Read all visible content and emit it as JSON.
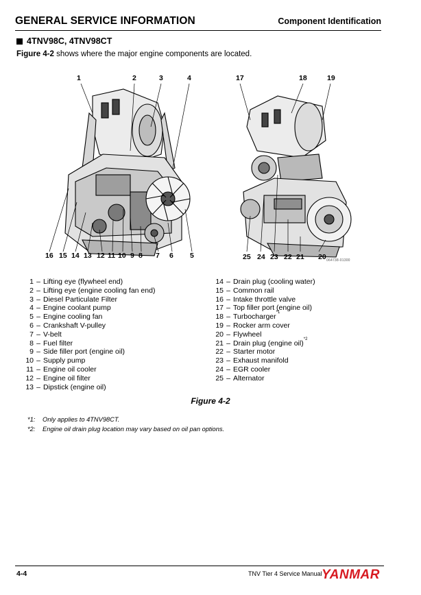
{
  "header": {
    "title": "GENERAL SERVICE INFORMATION",
    "section": "Component Identification"
  },
  "section_heading": "4TNV98C, 4TNV98CT",
  "intro": {
    "figure_ref": "Figure 4-2",
    "text": " shows where the major engine components are located."
  },
  "figure": {
    "left_callouts_top": [
      "1",
      "2",
      "3",
      "4"
    ],
    "left_callouts_bottom": [
      "16",
      "15",
      "14",
      "13",
      "12",
      "11",
      "10",
      "9",
      "8",
      "7",
      "6",
      "5"
    ],
    "right_callouts_top": [
      "17",
      "18",
      "19"
    ],
    "right_callouts_bottom": [
      "25",
      "24",
      "23",
      "22",
      "21",
      "20"
    ],
    "image_code": "064738-01300",
    "caption": "Figure 4-2"
  },
  "components_left": [
    {
      "num": "1",
      "label": "Lifting eye (flywheel end)"
    },
    {
      "num": "2",
      "label": "Lifting eye (engine cooling fan end)"
    },
    {
      "num": "3",
      "label": "Diesel Particulate Filter"
    },
    {
      "num": "4",
      "label": "Engine coolant pump"
    },
    {
      "num": "5",
      "label": "Engine cooling fan"
    },
    {
      "num": "6",
      "label": "Crankshaft V-pulley"
    },
    {
      "num": "7",
      "label": "V-belt"
    },
    {
      "num": "8",
      "label": "Fuel filter"
    },
    {
      "num": "9",
      "label": "Side filler port (engine oil)"
    },
    {
      "num": "10",
      "label": "Supply pump"
    },
    {
      "num": "11",
      "label": "Engine oil cooler"
    },
    {
      "num": "12",
      "label": "Engine oil filter"
    },
    {
      "num": "13",
      "label": "Dipstick (engine oil)"
    }
  ],
  "components_right": [
    {
      "num": "14",
      "label": "Drain plug (cooling water)",
      "note": ""
    },
    {
      "num": "15",
      "label": "Common rail",
      "note": ""
    },
    {
      "num": "16",
      "label": "Intake throttle valve",
      "note": ""
    },
    {
      "num": "17",
      "label": "Top filler port (engine oil)",
      "note": ""
    },
    {
      "num": "18",
      "label": "Turbocharger",
      "note": "*1"
    },
    {
      "num": "19",
      "label": "Rocker arm cover",
      "note": ""
    },
    {
      "num": "20",
      "label": "Flywheel",
      "note": ""
    },
    {
      "num": "21",
      "label": "Drain plug (engine oil)",
      "note": "*2"
    },
    {
      "num": "22",
      "label": "Starter motor",
      "note": ""
    },
    {
      "num": "23",
      "label": "Exhaust manifold",
      "note": ""
    },
    {
      "num": "24",
      "label": "EGR cooler",
      "note": ""
    },
    {
      "num": "25",
      "label": "Alternator",
      "note": ""
    }
  ],
  "dash": "–",
  "footnotes": [
    {
      "mark": "*1:",
      "text": "Only applies to 4TNV98CT."
    },
    {
      "mark": "*2:",
      "text": "Engine oil drain plug location may vary based on oil pan options."
    }
  ],
  "footer": {
    "page": "4-4",
    "manual_title": "TNV Tier 4 Service Manual",
    "brand": "YANMAR",
    "brand_color": "#d71920"
  }
}
